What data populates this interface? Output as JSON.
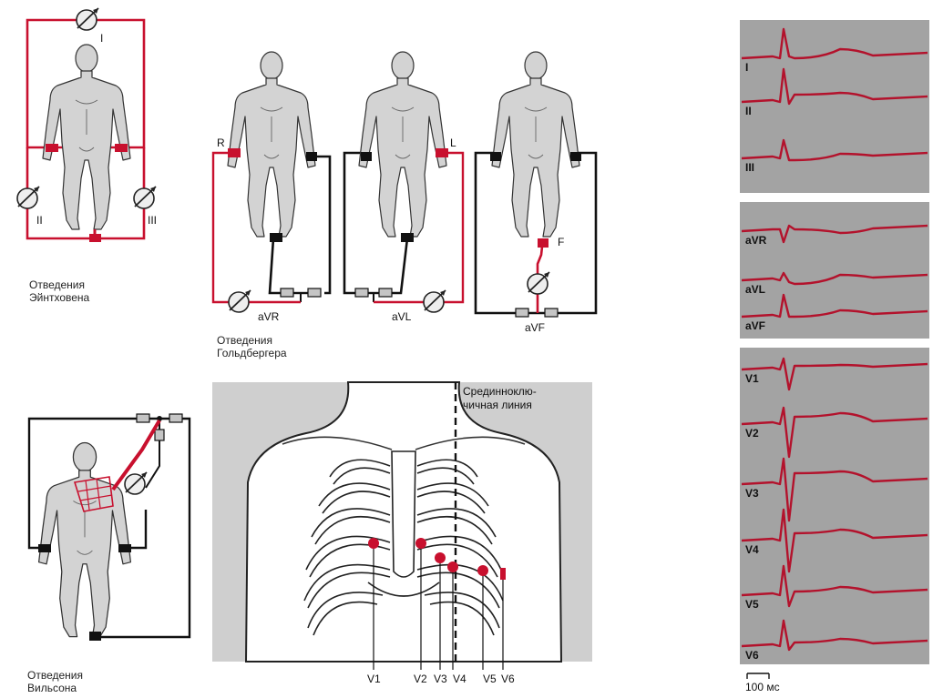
{
  "colors": {
    "lead": "#c8102e",
    "wire": "#111111",
    "skin": "#d3d3d3",
    "ecg_bg": "#a3a3a3",
    "trace": "#b3122c"
  },
  "einthoven": {
    "caption_1": "Отведения",
    "caption_2": "Эйнтховена",
    "lead_I": "I",
    "lead_II": "II",
    "lead_III": "III"
  },
  "goldberger": {
    "caption_1": "Отведения",
    "caption_2": "Гольдбергера",
    "R": "R",
    "L": "L",
    "F": "F",
    "aVR": "aVR",
    "aVL": "aVL",
    "aVF": "aVF"
  },
  "wilson": {
    "caption_1": "Отведения",
    "caption_2": "Вильсона"
  },
  "chest": {
    "midclavicular_1": "Срединноклю-",
    "midclavicular_2": "чичная линия",
    "electrodes": [
      "V1",
      "V2",
      "V3",
      "V4",
      "V5",
      "V6"
    ]
  },
  "ecg": {
    "limb": [
      "I",
      "II",
      "III"
    ],
    "augmented": [
      "aVR",
      "aVL",
      "aVF"
    ],
    "precordial": [
      "V1",
      "V2",
      "V3",
      "V4",
      "V5",
      "V6"
    ],
    "scale_label": "100 мс"
  }
}
